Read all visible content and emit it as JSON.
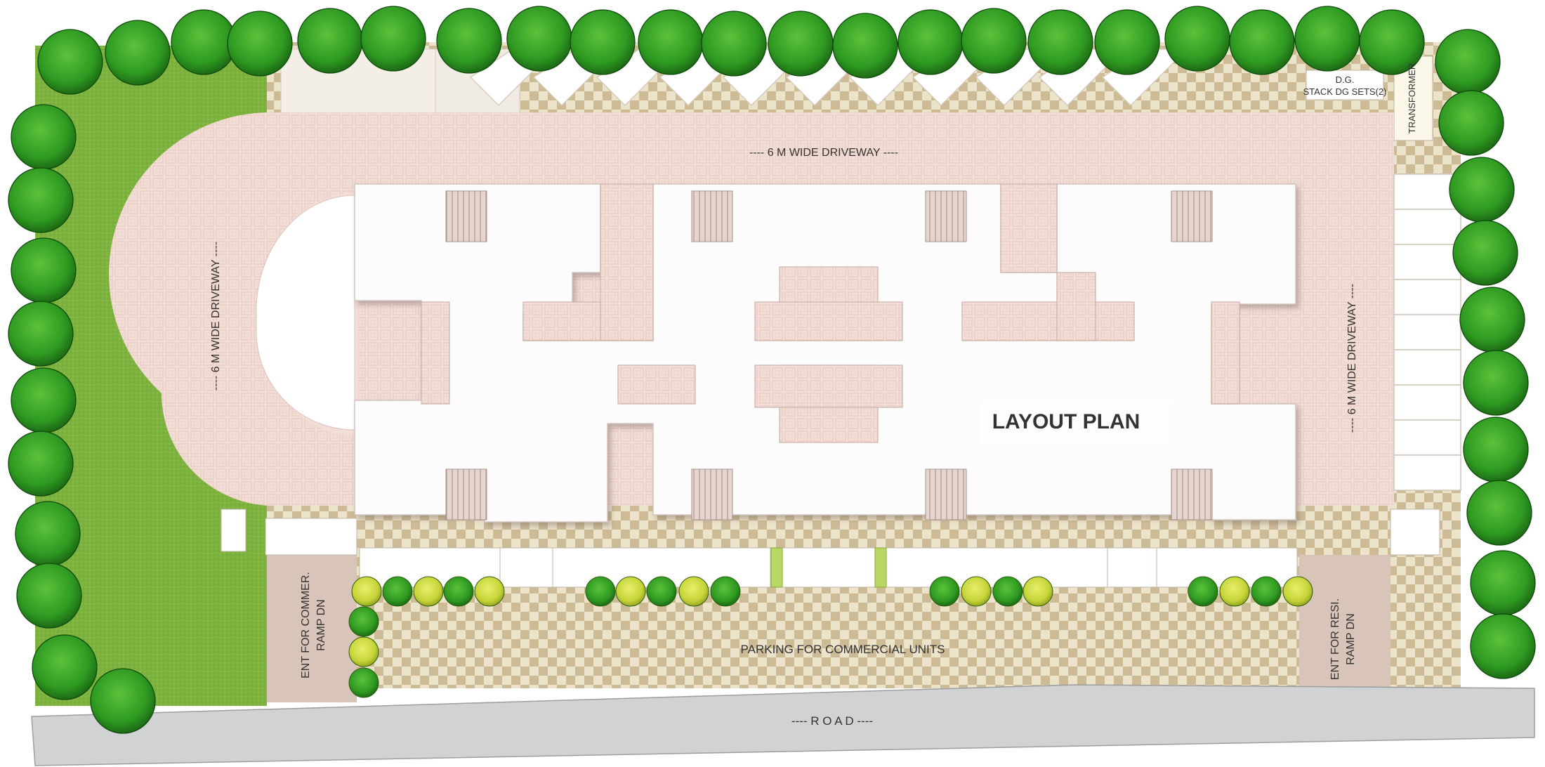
{
  "title": "LAYOUT PLAN",
  "labels": {
    "driveway_top": "---- 6 M WIDE DRIVEWAY ----",
    "driveway_left": "---- 6 M WIDE DRIVEWAY ----",
    "driveway_right": "---- 6 M WIDE DRIVEWAY ----",
    "dg_line1": "D.G.",
    "dg_line2": "STACK DG SETS(2)",
    "transformer": "TRANSFORMER",
    "ent_commercial_line1": "ENT FOR COMMER.",
    "ent_commercial_line2": "RAMP DN",
    "ent_residential_line1": "ENT FOR RESI.",
    "ent_residential_line2": "RAMP DN",
    "parking": "PARKING FOR COMMERCIAL UNITS",
    "road": "---- R O A D ----"
  },
  "colors": {
    "lawn": "#7fb441",
    "driveway": "#f2dcd5",
    "paver_a": "#e8dcc0",
    "paver_b": "#c9b58e",
    "road": "#cfd1d3",
    "ramp": "#dcc8bd",
    "tree_dark": "#2f8a1e",
    "tree_light": "#cfe04a"
  }
}
